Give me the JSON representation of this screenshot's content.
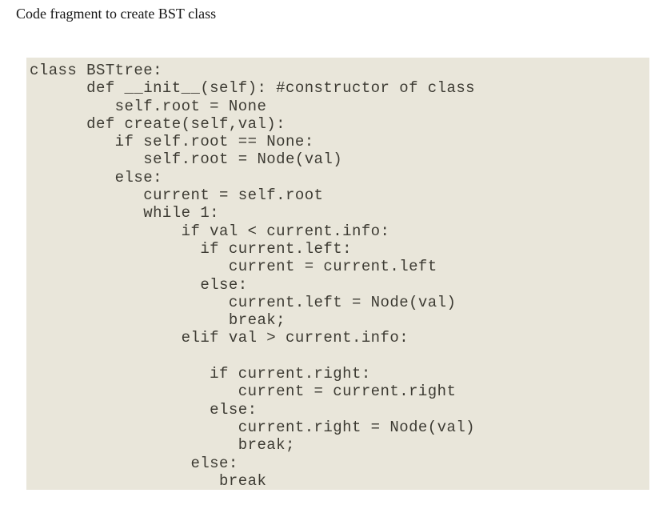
{
  "page": {
    "title": "Code fragment to create BST class"
  },
  "code": {
    "language": "python",
    "lines": [
      "class BSTtree:",
      "      def __init__(self): #constructor of class",
      "         self.root = None",
      "      def create(self,val):",
      "         if self.root == None:",
      "            self.root = Node(val)",
      "         else:",
      "            current = self.root",
      "            while 1:",
      "                if val < current.info:",
      "                  if current.left:",
      "                     current = current.left",
      "                  else:",
      "                     current.left = Node(val)",
      "                     break;",
      "                elif val > current.info:",
      "",
      "                   if current.right:",
      "                      current = current.right",
      "                   else:",
      "                      current.right = Node(val)",
      "                      break;",
      "                 else:",
      "                    break"
    ]
  },
  "colors": {
    "code_background": "#e9e6da",
    "code_text": "#3d3b33",
    "page_background": "#ffffff"
  }
}
